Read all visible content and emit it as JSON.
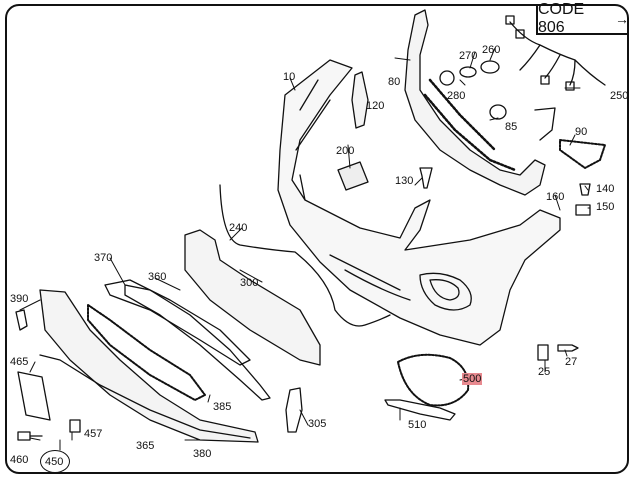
{
  "code": {
    "text": "CODE 806",
    "arrow": "→"
  },
  "parts": {
    "p10": "10",
    "p25": "25",
    "p27": "27",
    "p80": "80",
    "p85": "85",
    "p90": "90",
    "p120": "120",
    "p130": "130",
    "p140": "140",
    "p150": "150",
    "p160": "160",
    "p200": "200",
    "p240": "240",
    "p250": "250",
    "p260": "260",
    "p270": "270",
    "p280": "280",
    "p300": "300",
    "p305": "305",
    "p360": "360",
    "p365": "365",
    "p370": "370",
    "p380": "380",
    "p385": "385",
    "p390": "390",
    "p450": "450",
    "p457": "457",
    "p460": "460",
    "p465": "465",
    "p500": "500",
    "p510": "510"
  },
  "highlight_color": "#e88a90"
}
